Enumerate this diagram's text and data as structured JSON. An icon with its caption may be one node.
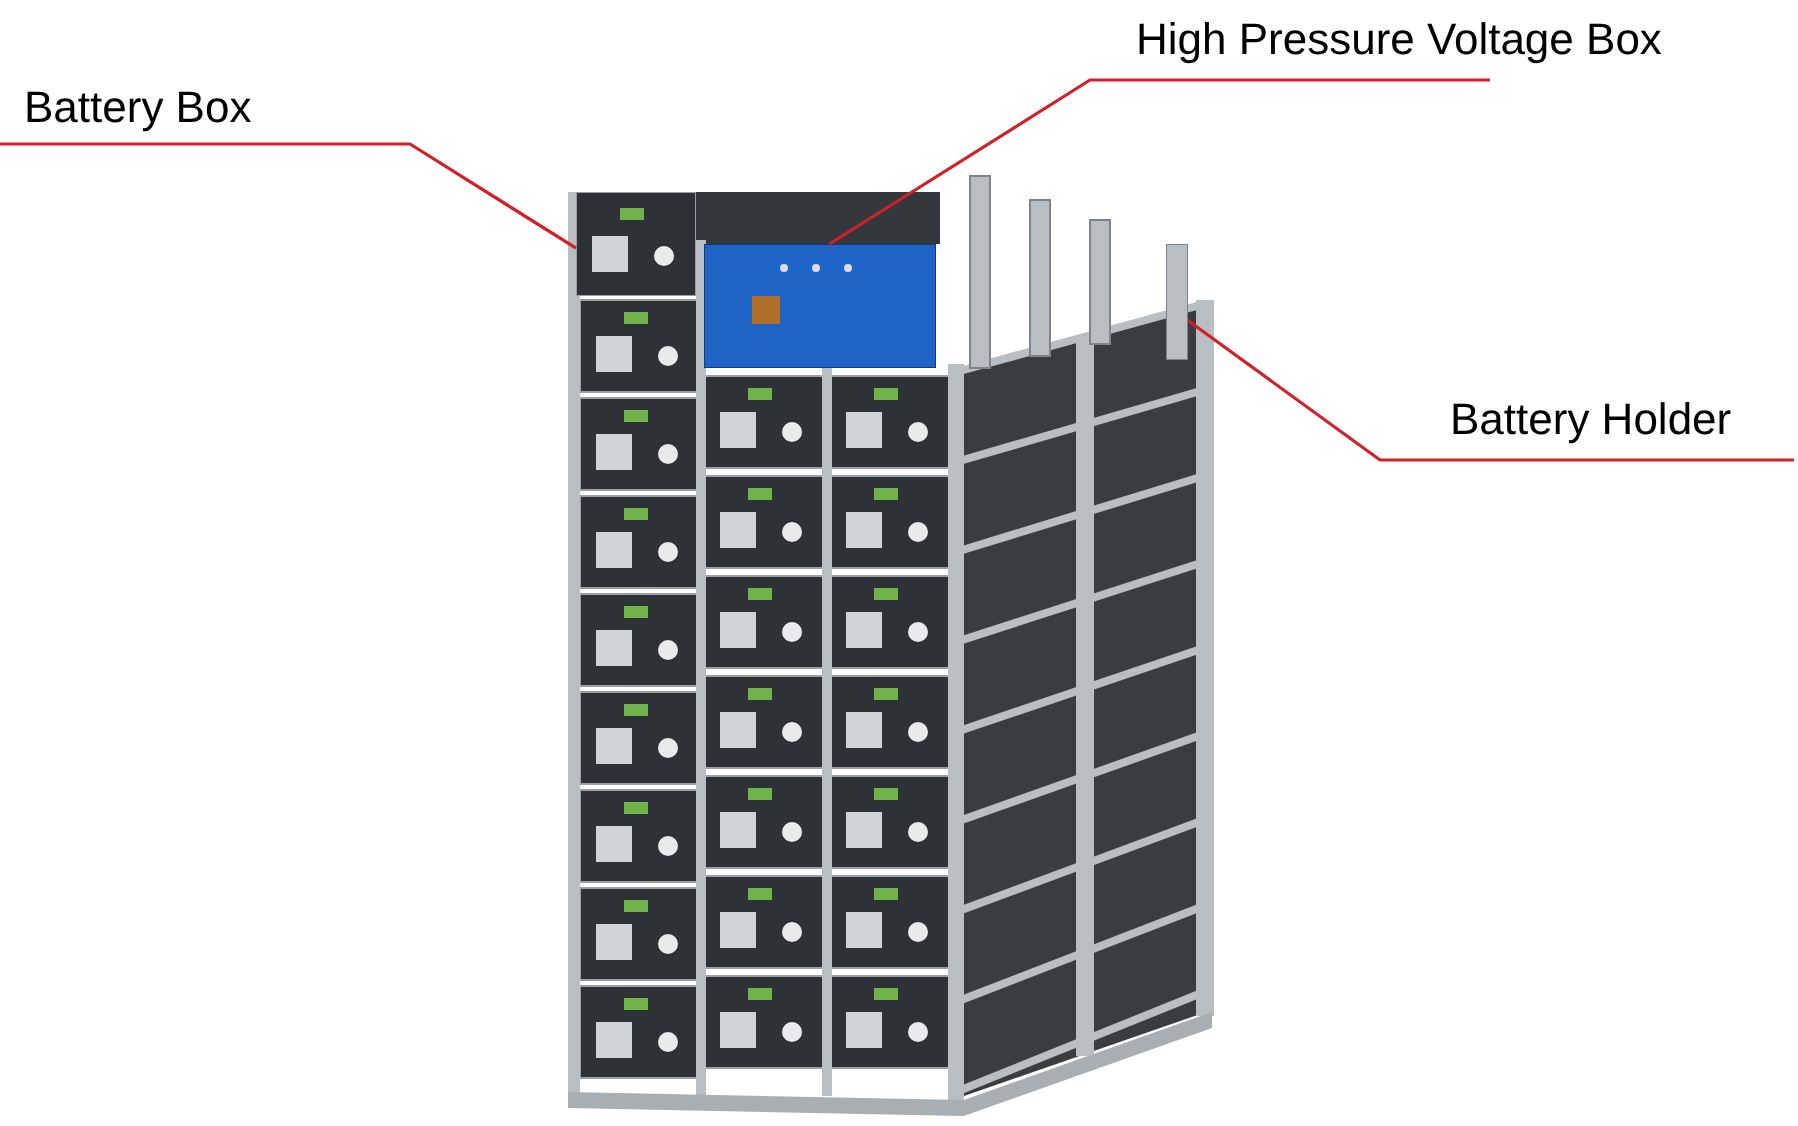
{
  "diagram": {
    "nodes": [
      {
        "text": [
          "Battery Box"
        ]
      },
      {
        "text": [
          "High Pressure Voltage Box"
        ]
      },
      {
        "text": [
          "Battery Holder"
        ]
      },
      {
        "text": [],
        "shape": "box"
      },
      {
        "text": [],
        "shape": "box"
      },
      {
        "text": [],
        "shape": "bar"
      }
    ],
    "edges": [
      {
        "from": 0,
        "to": 3,
        "arrow": "none"
      },
      {
        "from": 1,
        "to": 4,
        "arrow": "none"
      },
      {
        "from": 2,
        "to": 5,
        "arrow": "none"
      }
    ]
  }
}
